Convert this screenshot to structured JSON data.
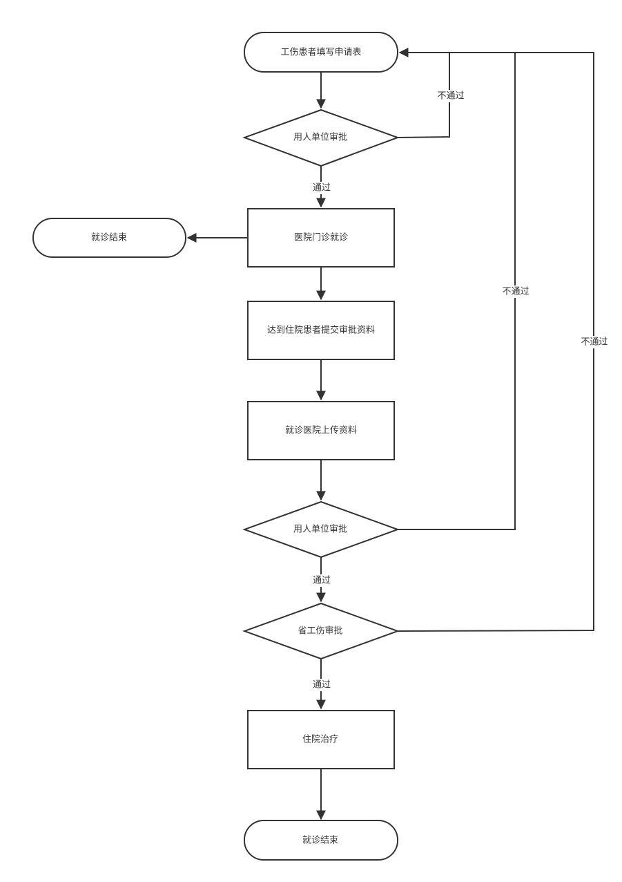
{
  "nodes": {
    "start": "工伤患者填写申请表",
    "approve_employer_1": "用人单位审批",
    "clinic_visit": "医院门诊就诊",
    "end_clinic": "就诊结束",
    "submit_materials": "达到住院患者提交审批资料",
    "upload_materials": "就诊医院上传资料",
    "approve_employer_2": "用人单位审批",
    "approve_province": "省工伤审批",
    "inpatient": "住院治疗",
    "end_final": "就诊结束"
  },
  "edge_labels": {
    "pass_1": "通过",
    "reject_1": "不通过",
    "reject_2": "不通过",
    "reject_3": "不通过",
    "pass_2": "通过",
    "pass_3": "通过"
  },
  "colors": {
    "stroke": "#333333",
    "fill": "#ffffff",
    "text": "#333333"
  }
}
